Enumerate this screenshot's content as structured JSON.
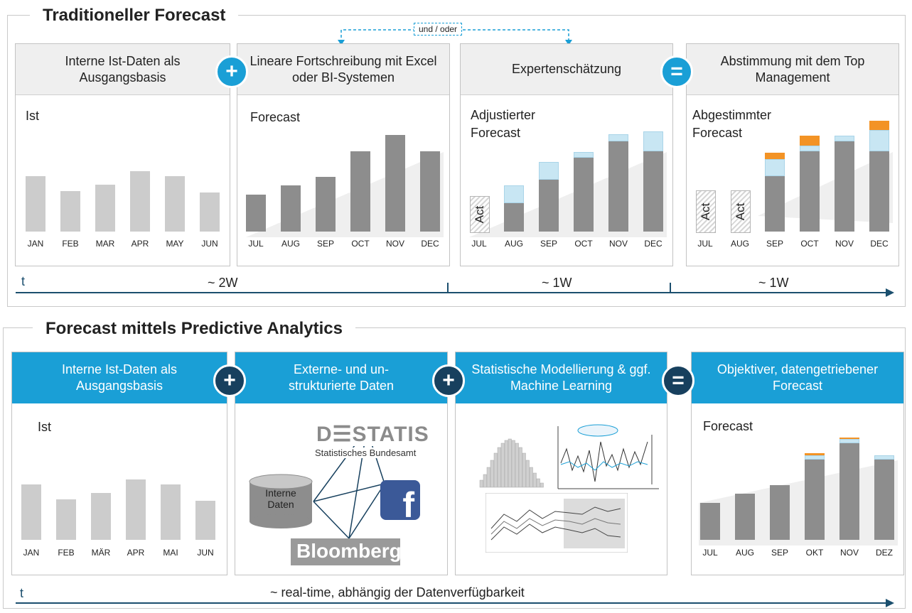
{
  "sections": {
    "traditional_title": "Traditioneller Forecast",
    "predictive_title": "Forecast mittels Predictive Analytics"
  },
  "traditional": {
    "panel1": {
      "header": "Interne Ist-Daten als Ausgangsbasis",
      "label": "Ist",
      "months": [
        "JAN",
        "FEB",
        "MAR",
        "APR",
        "MAY",
        "JUN"
      ],
      "values": [
        78,
        57,
        66,
        85,
        78,
        55
      ]
    },
    "panel2": {
      "header": "Lineare Fortschreibung mit Excel oder BI-Systemen",
      "label": "Forecast",
      "months": [
        "JUL",
        "AUG",
        "SEP",
        "OCT",
        "NOV",
        "DEC"
      ],
      "values": [
        52,
        65,
        77,
        113,
        136,
        113
      ]
    },
    "panel3": {
      "header": "Expertenschätzung",
      "label_line1": "Adjustierter",
      "label_line2": "Forecast",
      "months": [
        "JUL",
        "AUG",
        "SEP",
        "OCT",
        "NOV",
        "DEC"
      ],
      "act_label": "Act",
      "values": [
        null,
        40,
        73,
        104,
        127,
        113
      ],
      "adjust": [
        null,
        25,
        25,
        8,
        10,
        28
      ]
    },
    "panel4": {
      "header": "Abstimmung mit dem Top Management",
      "label_line1": "Abgestimmter",
      "label_line2": "Forecast",
      "months": [
        "JUL",
        "AUG",
        "SEP",
        "OCT",
        "NOV",
        "DEC"
      ],
      "act_label": "Act",
      "values": [
        null,
        null,
        78,
        113,
        127,
        113
      ],
      "adjust": [
        null,
        null,
        24,
        8,
        8,
        30
      ],
      "management": [
        null,
        null,
        9,
        14,
        0,
        13
      ]
    },
    "und_oder": "und / oder",
    "time_label": "t",
    "durations": [
      "~ 2W",
      "~ 1W",
      "~ 1W"
    ],
    "plus_symbol": "+",
    "equals_symbol": "="
  },
  "predictive": {
    "panel1": {
      "header": "Interne Ist-Daten als Ausgangsbasis",
      "label": "Ist",
      "months": [
        "JAN",
        "FEB",
        "MÄR",
        "APR",
        "MAI",
        "JUN"
      ],
      "values": [
        78,
        57,
        66,
        85,
        78,
        55
      ]
    },
    "panel2": {
      "header": "Externe- und un-strukturierte Daten",
      "destatis_logo": "D☰STATIS",
      "destatis_sub": "Statistisches Bundesamt",
      "interne_daten": "Interne Daten",
      "bloomberg": "Bloomberg",
      "facebook": "f"
    },
    "panel3": {
      "header": "Statistische Modellierung & ggf. Machine Learning"
    },
    "panel4": {
      "header": "Objektiver, datengetriebener Forecast",
      "label": "Forecast",
      "months": [
        "JUL",
        "AUG",
        "SEP",
        "OKT",
        "NOV",
        "DEZ"
      ],
      "values": [
        52,
        65,
        77,
        113,
        136,
        113
      ],
      "adjust": [
        0,
        0,
        0,
        6,
        6,
        6
      ],
      "management": [
        0,
        0,
        0,
        3,
        2,
        0
      ]
    },
    "time_label": "t",
    "duration": "~ real-time, abhängig der Datenverfügbarkeit",
    "plus_symbol": "+",
    "equals_symbol": "="
  },
  "colors": {
    "accent_blue": "#1a9fd6",
    "navy": "#17405e",
    "bar_gray": "#8d8d8d",
    "bar_light": "#cccccc",
    "adjust_blue": "#c8e6f3",
    "orange": "#f39325"
  }
}
